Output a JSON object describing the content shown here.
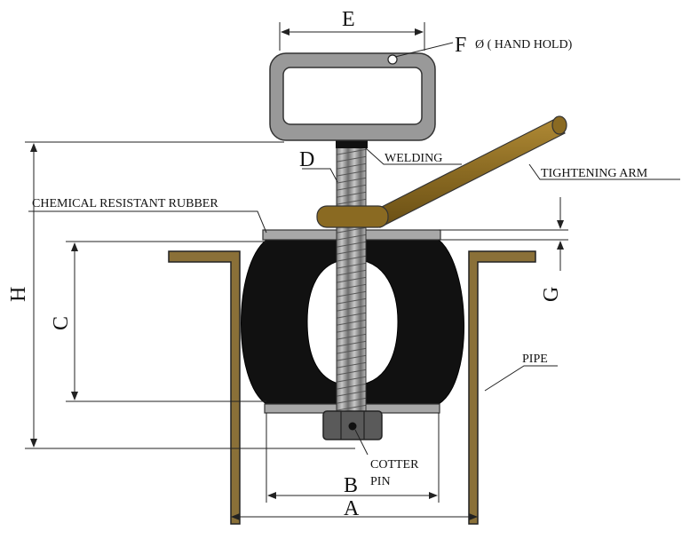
{
  "diagram": {
    "dimensions": {
      "a": "A",
      "b": "B",
      "c": "C",
      "d": "D",
      "e": "E",
      "f": "F",
      "g": "G",
      "h": "H"
    },
    "callouts": {
      "hand_hold": "Ø ( HAND HOLD)",
      "welding": "WELDING",
      "tightening_arm": "TIGHTENING ARM",
      "rubber": "CHEMICAL RESISTANT RUBBER",
      "pipe": "PIPE",
      "cotter_line1": "COTTER",
      "cotter_line2": "PIN"
    },
    "colors": {
      "pipe": "#8a7038",
      "arm": "#8a6a22",
      "rubber": "#111111",
      "steel": "#9a9a9a",
      "nut": "#555555"
    }
  }
}
